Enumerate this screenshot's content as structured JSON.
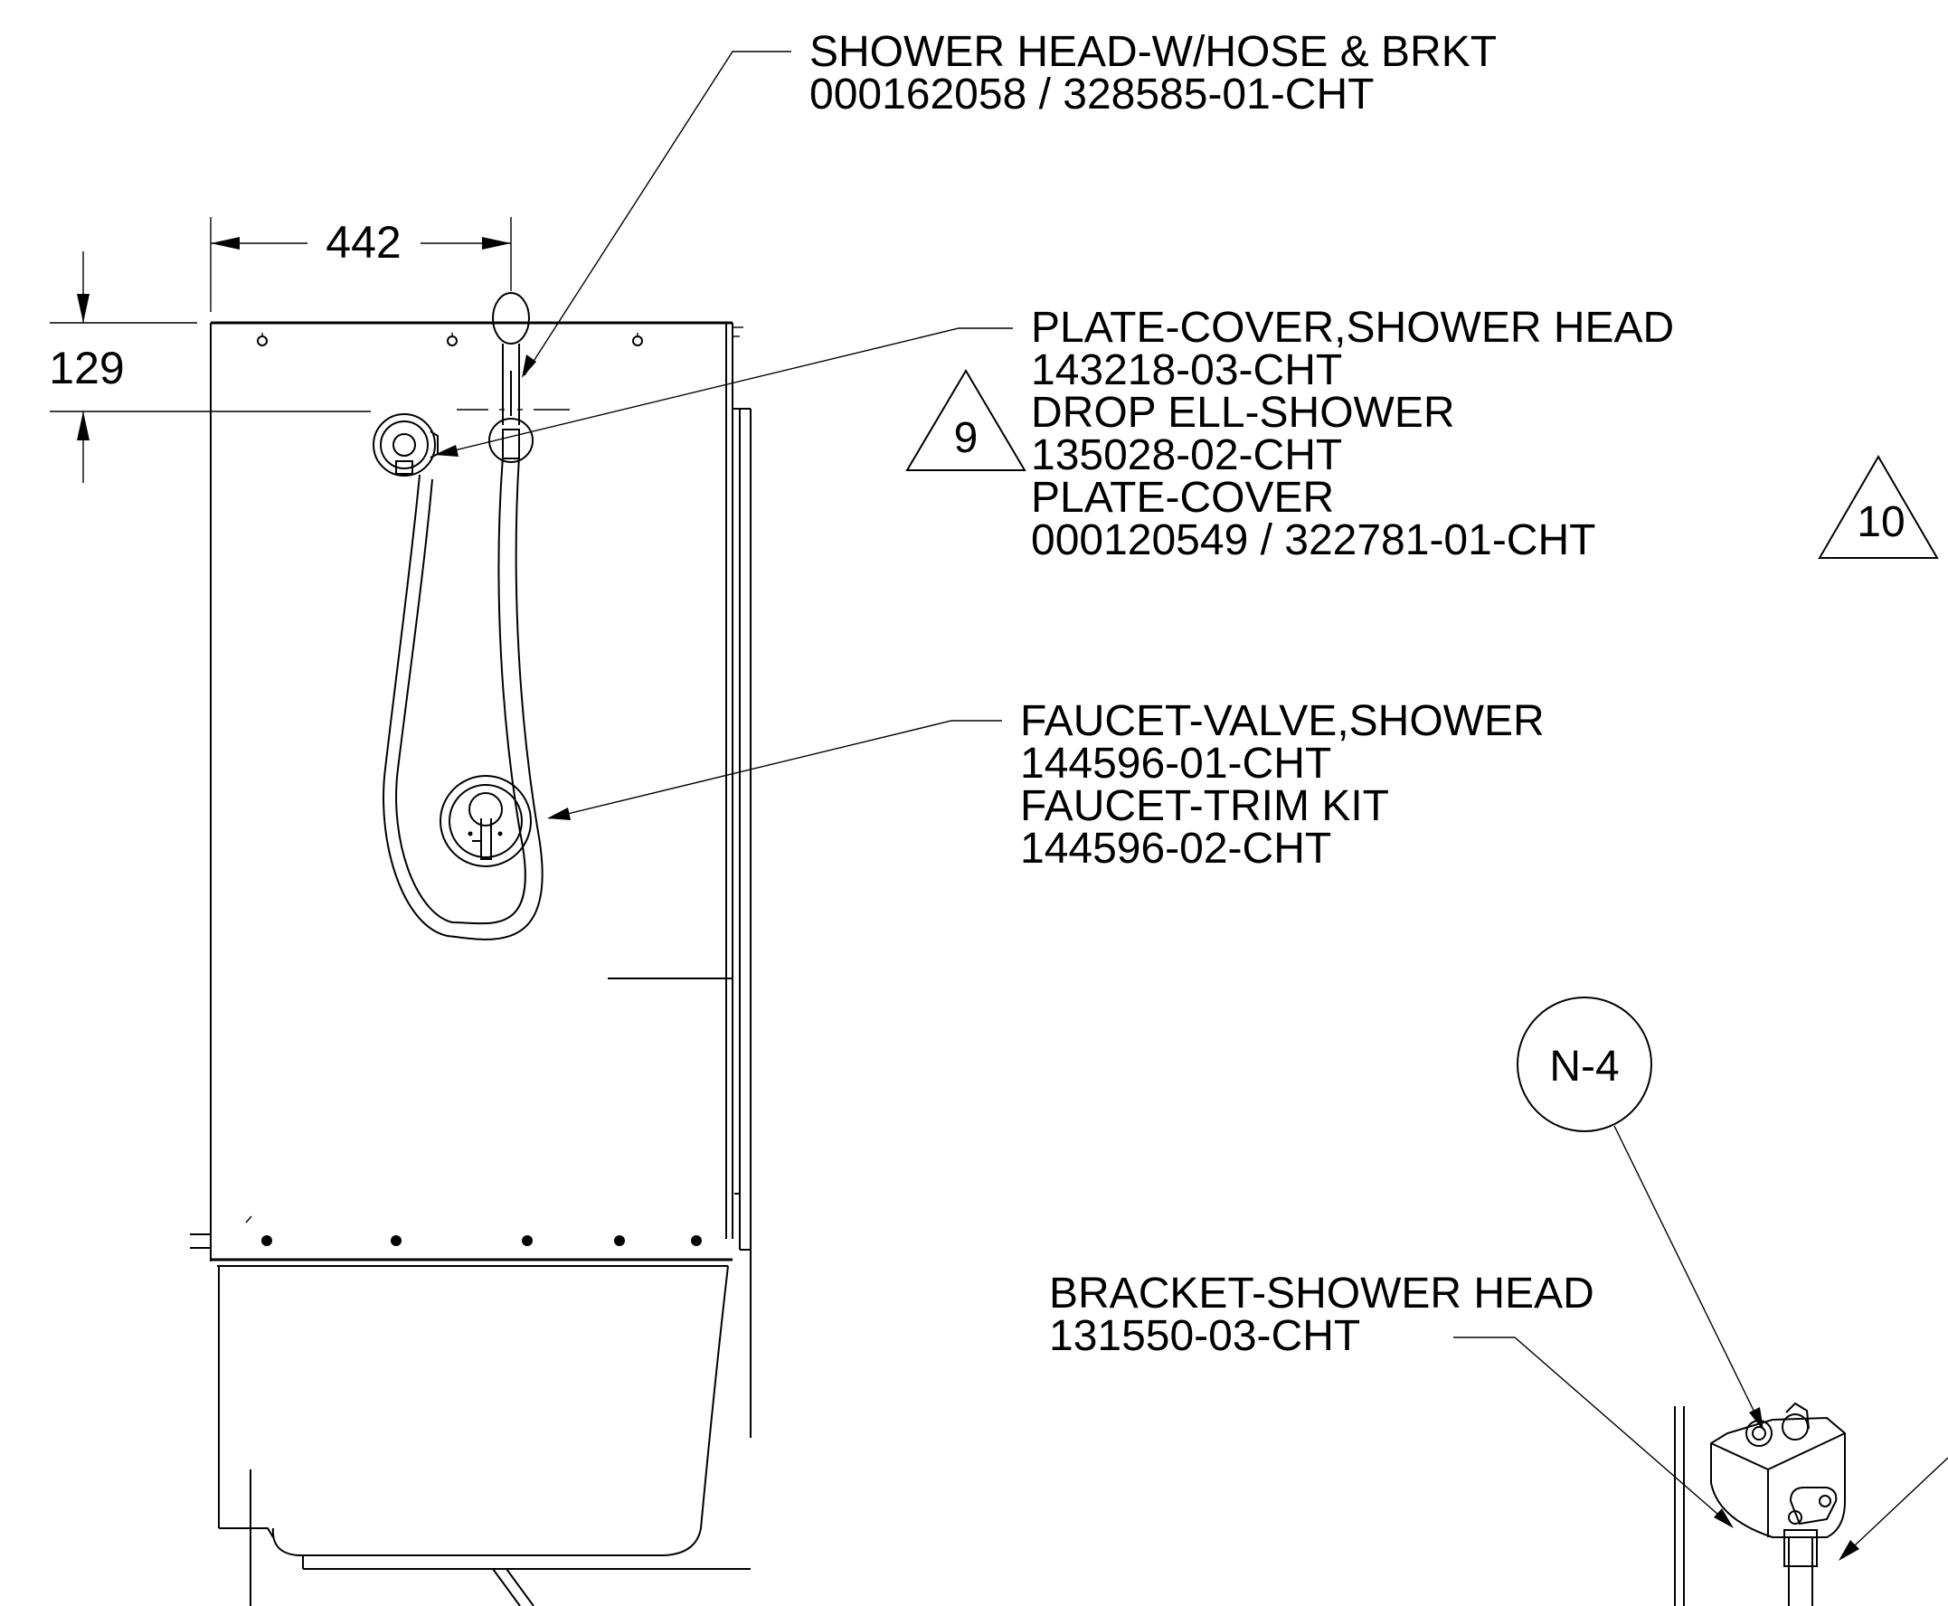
{
  "dimensions": {
    "horizontal": "442",
    "vertical": "129"
  },
  "callouts": {
    "shower_head": {
      "name": "SHOWER HEAD-W/HOSE & BRKT",
      "part": "000162058 / 328585-01-CHT"
    },
    "plate_cover_group": {
      "line1": "PLATE-COVER,SHOWER HEAD",
      "line2": "143218-03-CHT",
      "line3": "DROP ELL-SHOWER",
      "line4": "135028-02-CHT",
      "line5": "PLATE-COVER",
      "line6": "000120549 / 322781-01-CHT"
    },
    "faucet_group": {
      "line1": "FAUCET-VALVE,SHOWER",
      "line2": "144596-01-CHT",
      "line3": "FAUCET-TRIM KIT",
      "line4": "144596-02-CHT"
    },
    "bracket": {
      "name": "BRACKET-SHOWER HEAD",
      "part": "131550-03-CHT"
    }
  },
  "revision_tags": {
    "tag_a": "9",
    "tag_b": "10"
  },
  "detail_tag": "N-4"
}
